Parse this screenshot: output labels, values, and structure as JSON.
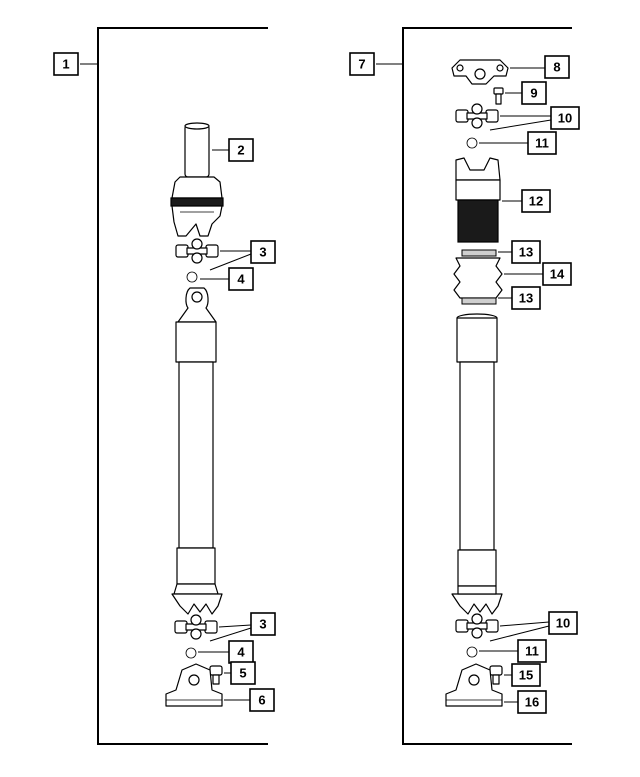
{
  "assemblies": [
    {
      "id": "left",
      "label": "1"
    },
    {
      "id": "right",
      "label": "7"
    }
  ],
  "callouts": {
    "left": [
      "2",
      "3",
      "4",
      "3",
      "4",
      "5",
      "6"
    ],
    "right": [
      "8",
      "9",
      "10",
      "11",
      "12",
      "13",
      "14",
      "13",
      "10",
      "11",
      "15",
      "16"
    ]
  },
  "colors": {
    "line": "#000000",
    "background": "#ffffff",
    "dark": "#1a1a1a",
    "fill": "#ffffff"
  }
}
